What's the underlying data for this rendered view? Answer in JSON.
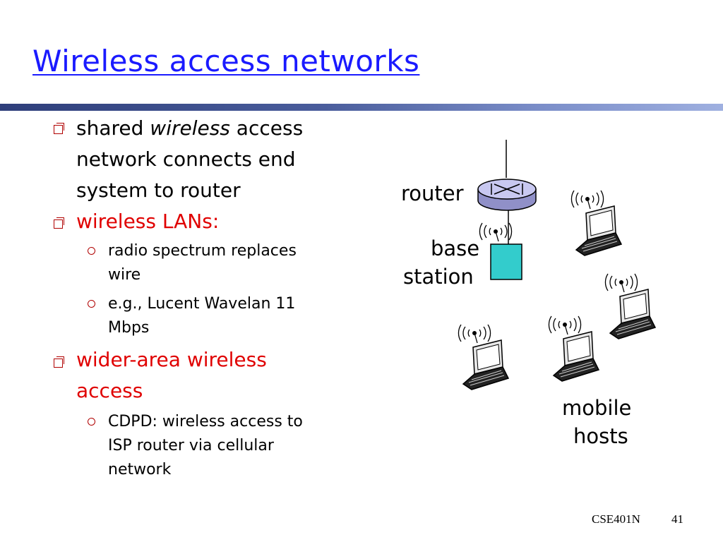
{
  "title": "Wireless access networks",
  "bullets": {
    "b1": {
      "pre": "shared ",
      "em": "wireless",
      "post": " access",
      "line2": "network connects end",
      "line3": "system to router"
    },
    "b2": {
      "text": "wireless LANs:",
      "color": "#e00000"
    },
    "b2_sub1": {
      "line1": "radio spectrum replaces",
      "line2": "wire"
    },
    "b2_sub2": {
      "line1": "e.g., Lucent Wavelan 11",
      "line2": "Mbps"
    },
    "b3": {
      "line1": "wider-area wireless",
      "line2": "access",
      "color": "#e00000"
    },
    "b3_sub1": {
      "line1": "CDPD: wireless access to",
      "line2": "ISP router via cellular",
      "line3": "network"
    }
  },
  "diagram": {
    "router_label": "router",
    "base_label_1": "base",
    "base_label_2": "station",
    "mobile_label_1": "mobile",
    "mobile_label_2": "hosts",
    "base_station_color": "#33cccc",
    "router_color": "#c8c8f0"
  },
  "footer": {
    "course": "CSE401N",
    "page": "41"
  }
}
